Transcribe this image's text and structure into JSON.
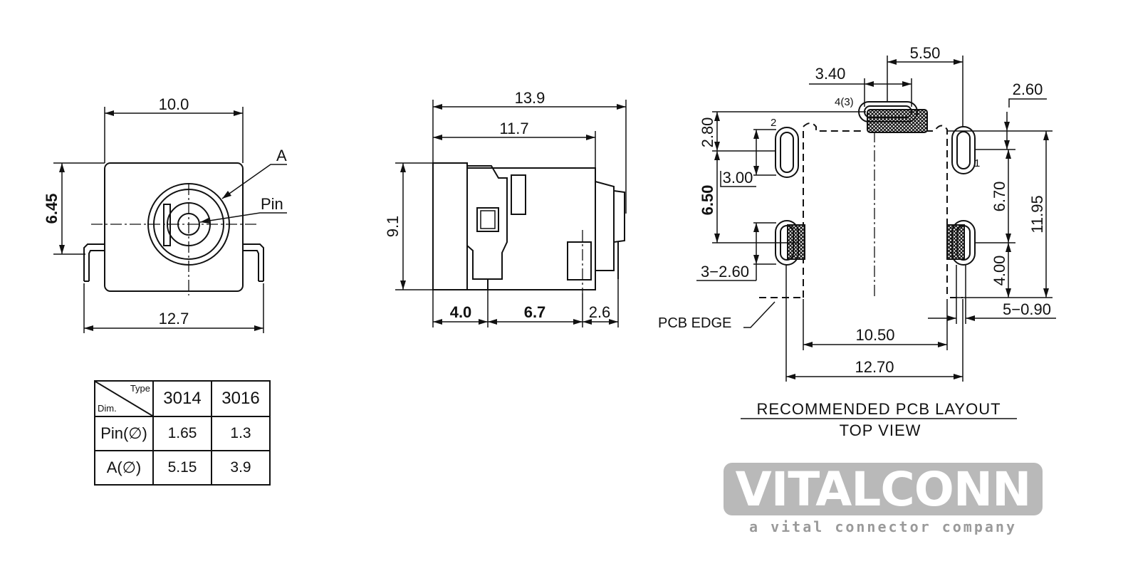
{
  "front_view": {
    "width_top": "10.0",
    "height": "6.45",
    "width_bottom": "12.7",
    "label_a": "A",
    "label_pin": "Pin"
  },
  "side_view": {
    "overall_length": "13.9",
    "body_length": "11.7",
    "height": "9.1",
    "seg_1": "4.0",
    "seg_2": "6.7",
    "seg_3": "2.6"
  },
  "pcb_layout": {
    "dim_5_50": "5.50",
    "dim_3_40": "3.40",
    "dim_2_60": "2.60",
    "pad_4_3": "4(3)",
    "pad_2": "2",
    "pad_1": "1",
    "dim_2_80": "2.80",
    "dim_3_00": "3.00",
    "dim_6_50": "6.50",
    "dim_6_70": "6.70",
    "dim_11_95": "11.95",
    "dim_3_2_60": "3−2.60",
    "dim_4_00": "4.00",
    "dim_5_0_90": "5−0.90",
    "pcb_edge": "PCB  EDGE",
    "dim_10_50": "10.50",
    "dim_12_70": "12.70",
    "caption": "RECOMMENDED  PCB  LAYOUT",
    "subcaption": "TOP  VIEW"
  },
  "table": {
    "corner_type": "Type",
    "corner_dim": "Dim.",
    "headers": [
      "3014",
      "3016"
    ],
    "rows": [
      {
        "label": "Pin(∅)",
        "values": [
          "1.65",
          "1.3"
        ]
      },
      {
        "label": "A(∅)",
        "values": [
          "5.15",
          "3.9"
        ]
      }
    ]
  },
  "logo": {
    "name": "VITALCONN",
    "tagline": "a vital connector company"
  }
}
